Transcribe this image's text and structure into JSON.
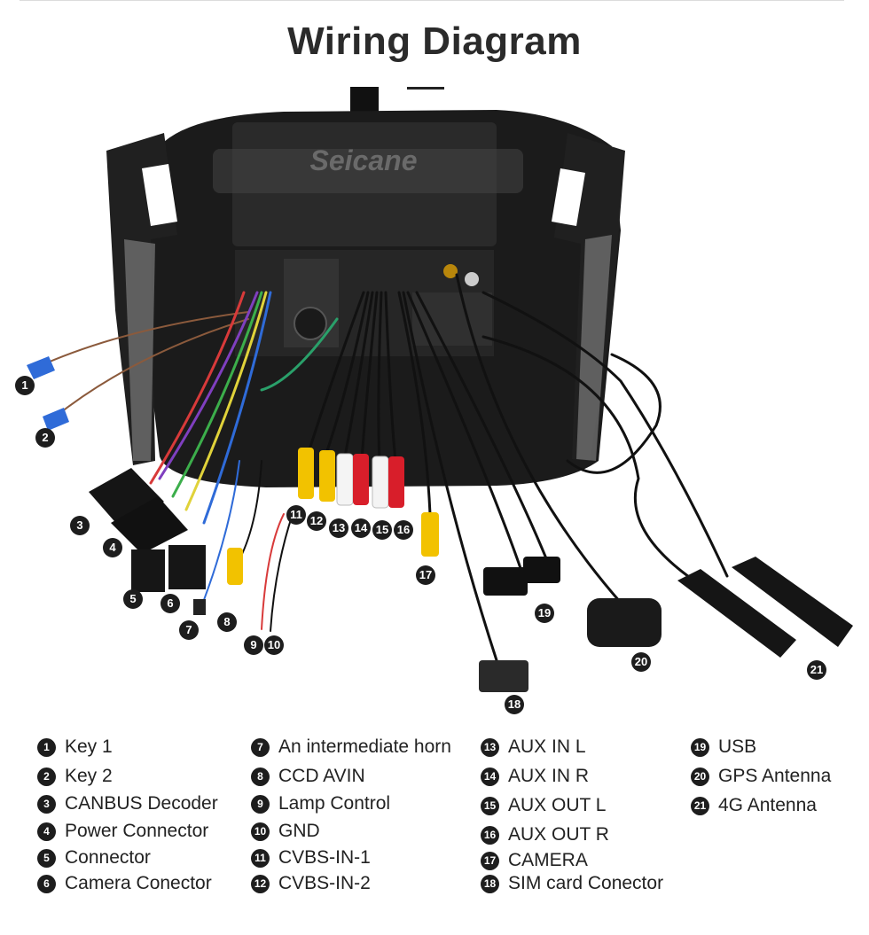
{
  "title": "Wiring Diagram",
  "brand_watermark": "Seicane",
  "callouts": [
    "1",
    "2",
    "3",
    "4",
    "5",
    "6",
    "7",
    "8",
    "9",
    "10",
    "11",
    "12",
    "13",
    "14",
    "15",
    "16",
    "17",
    "18",
    "19",
    "20",
    "21"
  ],
  "legend": [
    {
      "n": "1",
      "label": "Key 1"
    },
    {
      "n": "2",
      "label": "Key 2"
    },
    {
      "n": "3",
      "label": "CANBUS Decoder"
    },
    {
      "n": "4",
      "label": "Power Connector"
    },
    {
      "n": "5",
      "label": "Connector"
    },
    {
      "n": "6",
      "label": "Camera Conector"
    },
    {
      "n": "7",
      "label": "An intermediate horn"
    },
    {
      "n": "8",
      "label": "CCD AVIN"
    },
    {
      "n": "9",
      "label": "Lamp Control"
    },
    {
      "n": "10",
      "label": "GND"
    },
    {
      "n": "11",
      "label": "CVBS-IN-1"
    },
    {
      "n": "12",
      "label": "CVBS-IN-2"
    },
    {
      "n": "13",
      "label": "AUX IN L"
    },
    {
      "n": "14",
      "label": "AUX IN R"
    },
    {
      "n": "15",
      "label": "AUX OUT L"
    },
    {
      "n": "16",
      "label": "AUX OUT R"
    },
    {
      "n": "17",
      "label": "CAMERA"
    },
    {
      "n": "18",
      "label": "SIM card Conector"
    },
    {
      "n": "19",
      "label": "USB"
    },
    {
      "n": "20",
      "label": "GPS Antenna"
    },
    {
      "n": "21",
      "label": "4G Antenna"
    }
  ],
  "colors": {
    "badge": "#1d1d1d",
    "frame": "#1a1a1a",
    "rca_yellow": "#f2c200",
    "rca_red": "#d81e2a",
    "rca_white": "#f4f4f4"
  }
}
